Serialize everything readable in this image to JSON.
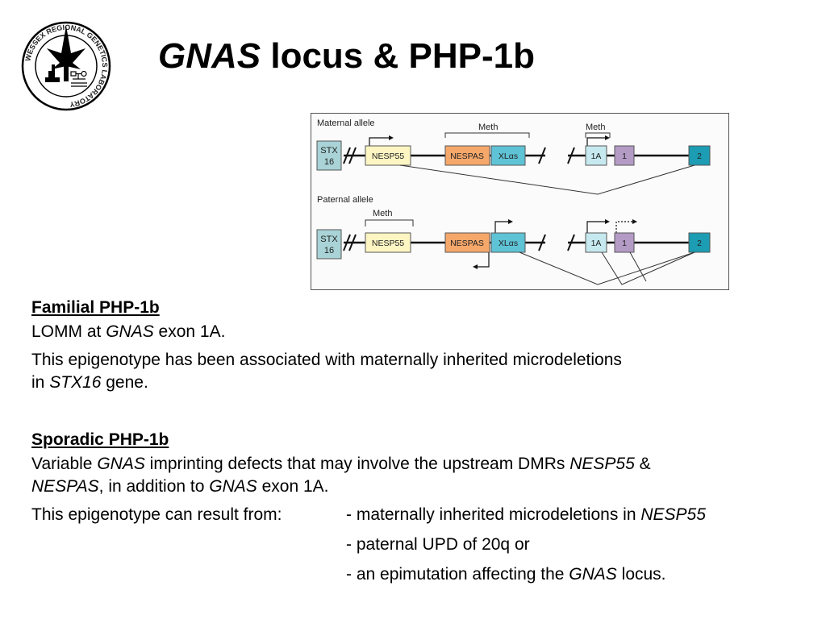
{
  "logo": {
    "ring_text": "WESSEX REGIONAL GENETICS LABORATORY"
  },
  "title": {
    "italic": "GNAS",
    "rest": " locus & PHP-1b"
  },
  "diagram": {
    "maternal_label": "Maternal allele",
    "paternal_label": "Paternal allele",
    "meth_label": "Meth",
    "exons": {
      "stx16_line1": "STX",
      "stx16_line2": "16",
      "nesp55": "NESP55",
      "nespas": "NESPAS",
      "xlas": "XLαs",
      "ex1a": "1A",
      "ex1": "1",
      "ex2": "2"
    },
    "colors": {
      "stx16": "#a9d3d6",
      "nesp55": "#fdf6c3",
      "nespas": "#f6a86b",
      "xlas": "#5fc3d6",
      "ex1a": "#c6e9ef",
      "ex1": "#b49bc6",
      "ex2": "#1c9db3"
    }
  },
  "familial": {
    "heading": "Familial PHP-1b",
    "line1_a": "LOMM at ",
    "line1_i": "GNAS",
    "line1_b": " exon 1A.",
    "line2_a": "This epigenotype has been associated with maternally inherited microdeletions",
    "line2_b": "in ",
    "line2_i": "STX16",
    "line2_c": " gene."
  },
  "sporadic": {
    "heading": "Sporadic PHP-1b",
    "p1_a": "Variable ",
    "p1_i1": "GNAS",
    "p1_b": " imprinting defects that may involve the upstream DMRs ",
    "p1_i2": "NESP55",
    "p1_c": " &",
    "p1_i3": "NESPAS",
    "p1_d": ", in addition to ",
    "p1_i4": "GNAS",
    "p1_e": " exon 1A.",
    "p2_label": "This epigenotype can result from:",
    "item1_a": "- maternally inherited microdeletions in ",
    "item1_i": "NESP55",
    "item2": "- paternal UPD of 20q or",
    "item3_a": "- an epimutation affecting the ",
    "item3_i": "GNAS",
    "item3_b": " locus."
  }
}
